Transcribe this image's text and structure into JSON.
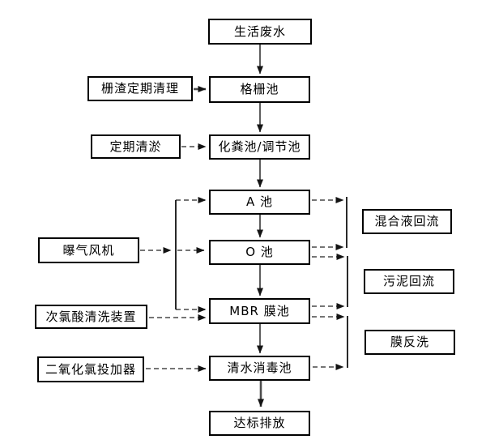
{
  "diagram": {
    "type": "flowchart",
    "nodes": {
      "wastewater": "生活废水",
      "grid_pool": "格栅池",
      "septic_tank": "化粪池/调节池",
      "pool_a": "A 池",
      "pool_o": "O 池",
      "mbr_pool": "MBR 膜池",
      "disinfection_pool": "清水消毒池",
      "discharge": "达标排放",
      "grid_residue_cleaning": "栅渣定期清理",
      "periodic_dredging": "定期清淤",
      "aeration_fan": "曝气风机",
      "hypochlorous_cleaning": "次氯酸清洗装置",
      "chlorine_dioxide_doser": "二氧化氯投加器",
      "mixed_liquor_return": "混合液回流",
      "sludge_return": "污泥回流",
      "membrane_backwash": "膜反洗"
    },
    "edges": [
      {
        "from": "生活废水",
        "to": "格栅池",
        "style": "solid"
      },
      {
        "from": "格栅池",
        "to": "化粪池/调节池",
        "style": "solid"
      },
      {
        "from": "化粪池/调节池",
        "to": "A 池",
        "style": "solid"
      },
      {
        "from": "A 池",
        "to": "O 池",
        "style": "solid"
      },
      {
        "from": "O 池",
        "to": "MBR 膜池",
        "style": "solid"
      },
      {
        "from": "MBR 膜池",
        "to": "清水消毒池",
        "style": "solid"
      },
      {
        "from": "清水消毒池",
        "to": "达标排放",
        "style": "solid"
      },
      {
        "from": "栅渣定期清理",
        "to": "格栅池",
        "style": "solid"
      },
      {
        "from": "定期清淤",
        "to": "化粪池/调节池",
        "style": "dashed"
      },
      {
        "from": "曝气风机",
        "to": "A 池",
        "style": "dashed"
      },
      {
        "from": "曝气风机",
        "to": "O 池",
        "style": "dashed"
      },
      {
        "from": "曝气风机",
        "to": "MBR 膜池",
        "style": "dashed"
      },
      {
        "from": "次氯酸清洗装置",
        "to": "MBR 膜池",
        "style": "dashed"
      },
      {
        "from": "二氧化氯投加器",
        "to": "清水消毒池",
        "style": "dashed"
      },
      {
        "from": "A 池",
        "to": "O 池",
        "label": "混合液回流",
        "style": "dashed"
      },
      {
        "from": "O 池",
        "to": "MBR 膜池",
        "label": "污泥回流",
        "style": "dashed"
      },
      {
        "from": "MBR 膜池",
        "to": "清水消毒池",
        "label": "膜反洗",
        "style": "dashed"
      }
    ],
    "colors": {
      "background": "#ffffff",
      "box_fill": "#ffffff",
      "box_border": "#000000",
      "text": "#000000",
      "solid_arrow": "#1a1a1a",
      "dashed_arrow": "#757575",
      "arrowhead": "#141414"
    }
  }
}
